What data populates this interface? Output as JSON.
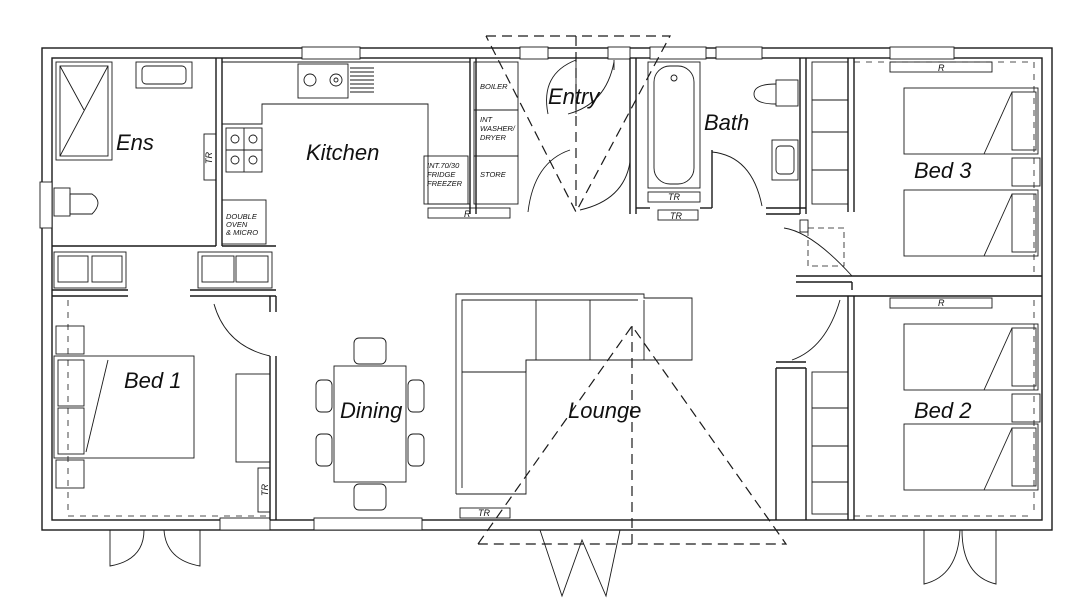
{
  "rooms": {
    "ens": "Ens",
    "kitchen": "Kitchen",
    "entry": "Entry",
    "bath": "Bath",
    "bed3": "Bed 3",
    "bed1": "Bed 1",
    "dining": "Dining",
    "lounge": "Lounge",
    "bed2": "Bed 2"
  },
  "fixtures": {
    "boiler": "BOILER",
    "washer_line1": "INT",
    "washer_line2": "WASHER/",
    "washer_line3": "DRYER",
    "store": "STORE",
    "fridge_line1": "INT.70/30",
    "fridge_line2": "FRIDGE",
    "fridge_line3": "FREEZER",
    "oven_line1": "DOUBLE",
    "oven_line2": "OVEN",
    "oven_line3": "& MICRO",
    "tr": "TR",
    "radiator": "R"
  }
}
